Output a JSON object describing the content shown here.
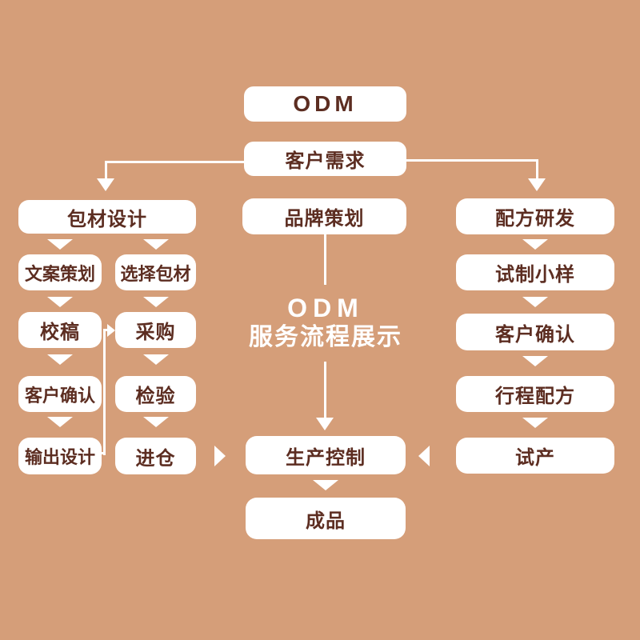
{
  "colors": {
    "background": "#d59e79",
    "node_background": "#ffffff",
    "node_text": "#5c2d21",
    "connector": "#ffffff",
    "title_text": "#ffffff"
  },
  "center_title": {
    "line1": "ODM",
    "line2": "服务流程展示"
  },
  "nodes": {
    "odm": "ODM",
    "customer_needs": "客户需求",
    "brand_planning": "品牌策划",
    "production_control": "生产控制",
    "finished_product": "成品",
    "packaging_design": "包材设计",
    "copy_planning": "文案策划",
    "proofreading": "校稿",
    "customer_confirm_left": "客户确认",
    "output_design": "输出设计",
    "select_packaging": "选择包材",
    "procurement": "采购",
    "inspection": "检验",
    "warehousing": "进仓",
    "formula_rd": "配方研发",
    "trial_sample": "试制小样",
    "customer_confirm_right": "客户确认",
    "formula_schedule": "行程配方",
    "trial_production": "试产"
  }
}
